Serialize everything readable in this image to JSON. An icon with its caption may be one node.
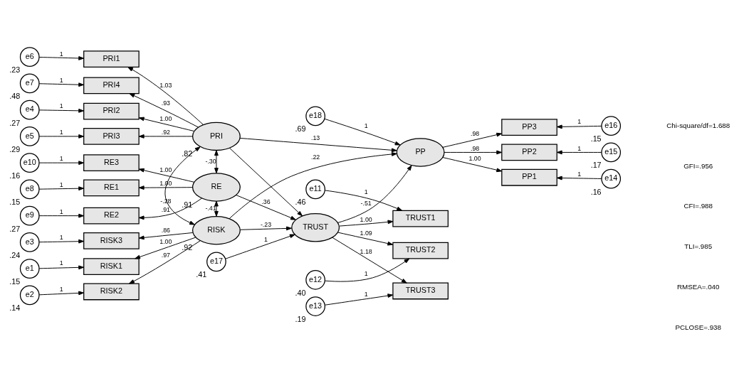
{
  "diagram": {
    "nodes": [
      {
        "text": [
          "e4"
        ],
        "beside": [
          ".27"
        ]
      },
      {
        "text": [
          "PRI2"
        ]
      },
      {
        "text": [
          "e5"
        ],
        "beside": [
          ".29"
        ]
      },
      {
        "text": [
          "PRI3"
        ]
      },
      {
        "text": [
          "e6"
        ],
        "beside": [
          ".23"
        ]
      },
      {
        "text": [
          "PRI1"
        ]
      },
      {
        "text": [
          "e7"
        ],
        "beside": [
          ".48"
        ]
      },
      {
        "text": [
          "PRI4"
        ]
      },
      {
        "text": [
          "PRI"
        ],
        "beside": [
          ".82"
        ]
      },
      {
        "text": [
          "e8"
        ],
        "beside": [
          ".15"
        ]
      },
      {
        "text": [
          "RE1"
        ]
      },
      {
        "text": [
          "e9"
        ],
        "beside": [
          ".27"
        ]
      },
      {
        "text": [
          "RE2"
        ]
      },
      {
        "text": [
          "e10"
        ],
        "beside": [
          ".16"
        ]
      },
      {
        "text": [
          "RE3"
        ]
      },
      {
        "text": [
          "RE"
        ],
        "beside": [
          ".91"
        ]
      },
      {
        "text": [
          "e1"
        ],
        "beside": [
          ".15"
        ]
      },
      {
        "text": [
          "RISK1"
        ]
      },
      {
        "text": [
          "e2"
        ],
        "beside": [
          ".14"
        ]
      },
      {
        "text": [
          "RISK2"
        ]
      },
      {
        "text": [
          "e3"
        ],
        "beside": [
          ".24"
        ]
      },
      {
        "text": [
          "RISK3"
        ]
      },
      {
        "text": [
          "RISK"
        ],
        "beside": [
          ".92"
        ]
      },
      {
        "text": [
          "e17"
        ],
        "beside": [
          ".41"
        ]
      },
      {
        "text": [
          "TRUST"
        ]
      },
      {
        "text": [
          "TRUST1"
        ]
      },
      {
        "text": [
          "TRUST2"
        ]
      },
      {
        "text": [
          "TRUST3"
        ]
      },
      {
        "text": [
          "e11"
        ],
        "beside": [
          ".46"
        ]
      },
      {
        "text": [
          "e12"
        ],
        "beside": [
          ".40"
        ]
      },
      {
        "text": [
          "e13"
        ],
        "beside": [
          ".19"
        ]
      },
      {
        "text": [
          "e18"
        ],
        "beside": [
          ".69"
        ]
      },
      {
        "text": [
          "PP"
        ]
      },
      {
        "text": [
          "PP3"
        ]
      },
      {
        "text": [
          "PP2"
        ]
      },
      {
        "text": [
          "PP1"
        ]
      },
      {
        "text": [
          "e16"
        ],
        "beside": [
          ".15"
        ]
      },
      {
        "text": [
          "e15"
        ],
        "beside": [
          ".17"
        ]
      },
      {
        "text": [
          "e14"
        ],
        "beside": [
          ".16"
        ]
      }
    ],
    "edges": [
      {
        "from": 0,
        "to": 1,
        "arrow": "to",
        "label": "1"
      },
      {
        "from": 2,
        "to": 3,
        "arrow": "to",
        "label": "1"
      },
      {
        "from": 4,
        "to": 5,
        "arrow": "to",
        "label": "1"
      },
      {
        "from": 6,
        "to": 7,
        "arrow": "to",
        "label": "1"
      },
      {
        "from": 8,
        "to": 1,
        "arrow": "to",
        "label": "1.00"
      },
      {
        "from": 8,
        "to": 3,
        "arrow": "to",
        "label": ".92"
      },
      {
        "from": 8,
        "to": 5,
        "arrow": "to",
        "label": "1.03"
      },
      {
        "from": 8,
        "to": 7,
        "arrow": "to",
        "label": ".93"
      },
      {
        "from": 9,
        "to": 10,
        "arrow": "to",
        "label": "1"
      },
      {
        "from": 11,
        "to": 12,
        "arrow": "to",
        "label": "1"
      },
      {
        "from": 13,
        "to": 14,
        "arrow": "to",
        "label": "1"
      },
      {
        "from": 15,
        "to": 10,
        "arrow": "to",
        "label": "1.00"
      },
      {
        "from": 15,
        "to": 12,
        "arrow": "to",
        "label": ".91"
      },
      {
        "from": 15,
        "to": 14,
        "arrow": "to",
        "label": "1.00"
      },
      {
        "from": 16,
        "to": 17,
        "arrow": "to",
        "label": "1"
      },
      {
        "from": 18,
        "to": 19,
        "arrow": "to",
        "label": "1"
      },
      {
        "from": 20,
        "to": 21,
        "arrow": "to",
        "label": "1"
      },
      {
        "from": 22,
        "to": 17,
        "arrow": "to",
        "label": "1.00"
      },
      {
        "from": 22,
        "to": 19,
        "arrow": "to",
        "label": ".97"
      },
      {
        "from": 22,
        "to": 21,
        "arrow": "to",
        "label": ".86"
      },
      {
        "from": 8,
        "to": 15,
        "arrow": "both",
        "label": "-.30"
      },
      {
        "from": 8,
        "to": 22,
        "arrow": "both",
        "label": "-.28"
      },
      {
        "from": 15,
        "to": 22,
        "arrow": "both",
        "label": "-.41"
      },
      {
        "from": 8,
        "to": 24,
        "arrow": "to"
      },
      {
        "from": 15,
        "to": 24,
        "arrow": "to",
        "label": ".36"
      },
      {
        "from": 22,
        "to": 24,
        "arrow": "to",
        "label": "-.23"
      },
      {
        "from": 8,
        "to": 32,
        "arrow": "to",
        "label": ".13"
      },
      {
        "from": 22,
        "to": 32,
        "arrow": "to",
        "label": ".22"
      },
      {
        "from": 23,
        "to": 24,
        "arrow": "to",
        "label": "1"
      },
      {
        "from": 24,
        "to": 32,
        "arrow": "to",
        "label": "-.51"
      },
      {
        "from": 24,
        "to": 25,
        "arrow": "to",
        "label": "1.00"
      },
      {
        "from": 24,
        "to": 26,
        "arrow": "to",
        "label": "1.09"
      },
      {
        "from": 24,
        "to": 27,
        "arrow": "to",
        "label": "1.18"
      },
      {
        "from": 28,
        "to": 25,
        "arrow": "to",
        "label": "1"
      },
      {
        "from": 29,
        "to": 26,
        "arrow": "to",
        "label": "1"
      },
      {
        "from": 30,
        "to": 27,
        "arrow": "to",
        "label": "1"
      },
      {
        "from": 31,
        "to": 32,
        "arrow": "to",
        "label": "1"
      },
      {
        "from": 32,
        "to": 33,
        "arrow": "to",
        "label": ".98"
      },
      {
        "from": 32,
        "to": 34,
        "arrow": "to",
        "label": ".98"
      },
      {
        "from": 32,
        "to": 35,
        "arrow": "to",
        "label": "1.00"
      },
      {
        "from": 36,
        "to": 33,
        "arrow": "to",
        "label": "1"
      },
      {
        "from": 37,
        "to": 34,
        "arrow": "to",
        "label": "1"
      },
      {
        "from": 38,
        "to": 35,
        "arrow": "to",
        "label": "1"
      }
    ],
    "labels": [
      "Chi-square/df=1.688",
      "GFI=.956",
      "CFI=.988",
      "TLI=.985",
      "RMSEA=.040",
      "PCLOSE=.938"
    ]
  }
}
